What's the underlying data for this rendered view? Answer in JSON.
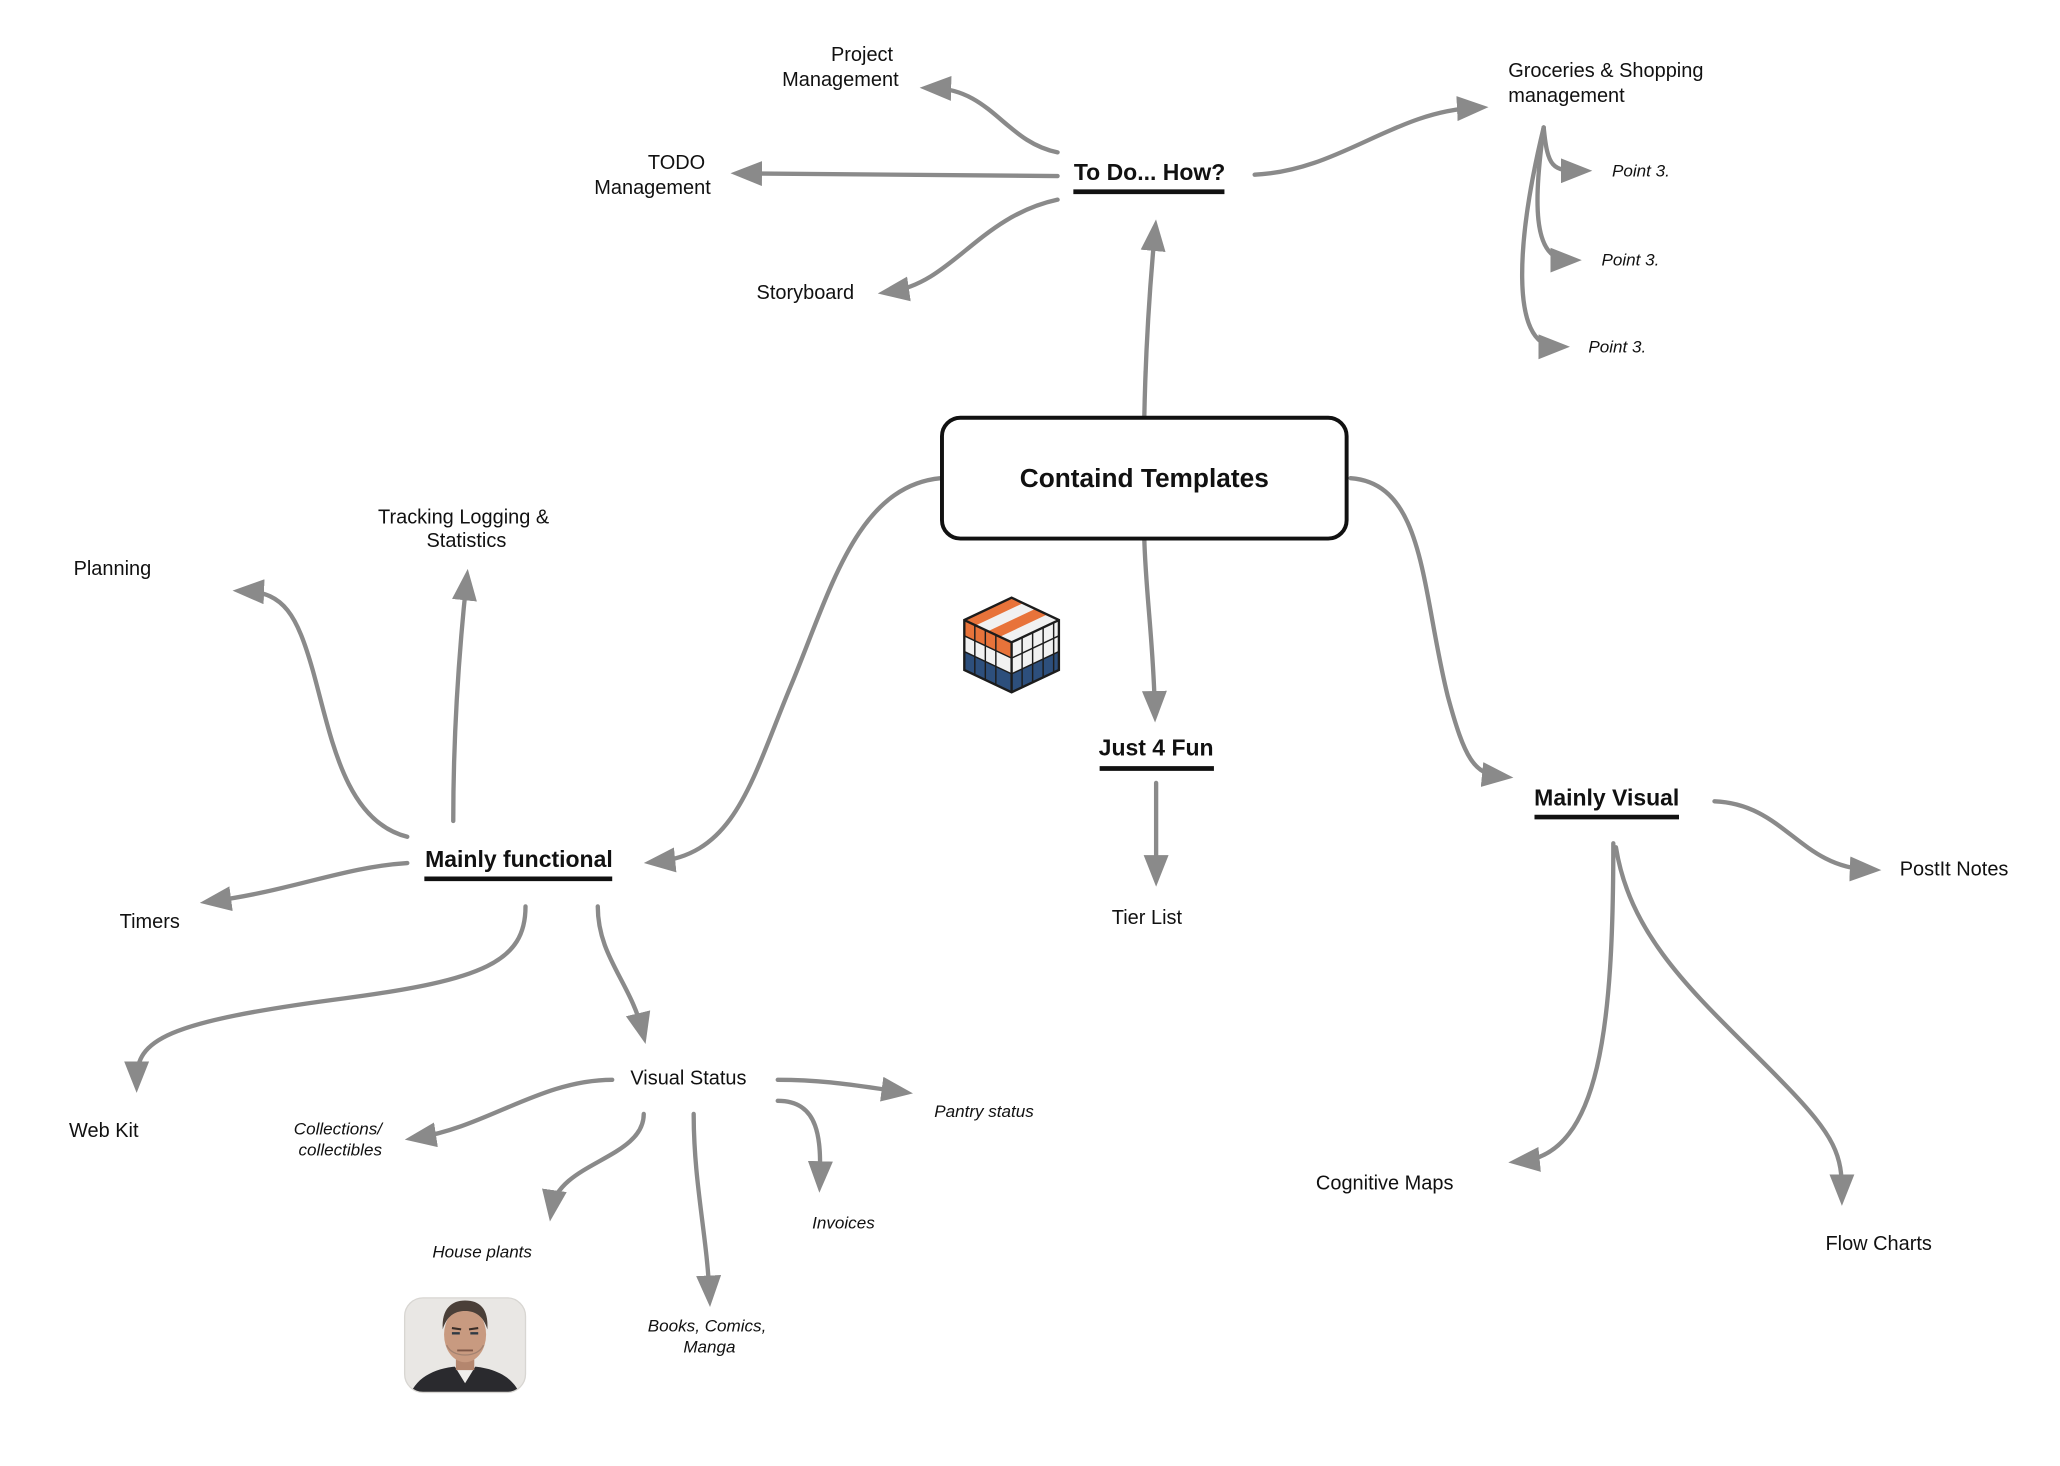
{
  "mind_map": {
    "root": "Containd Templates",
    "branches": {
      "todo": {
        "label": "To Do... How?",
        "project_management": [
          "Project",
          "Management"
        ],
        "todo_management": [
          "TODO",
          "Management"
        ],
        "storyboard": "Storyboard",
        "groceries": {
          "label": [
            "Groceries & Shopping",
            "management"
          ],
          "points": [
            "Point 3.",
            "Point 3.",
            "Point 3."
          ]
        }
      },
      "fun": {
        "label": "Just 4 Fun",
        "tier_list": "Tier List"
      },
      "visual": {
        "label": "Mainly Visual",
        "postit": "PostIt Notes",
        "cognitive": "Cognitive Maps",
        "flow": "Flow Charts"
      },
      "functional": {
        "label": "Mainly functional",
        "tracking": [
          "Tracking Logging &",
          "Statistics"
        ],
        "planning": "Planning",
        "timers": "Timers",
        "webkit": "Web Kit",
        "visual_status": {
          "label": "Visual Status",
          "collections": [
            "Collections/",
            "collectibles"
          ],
          "house_plants": "House plants",
          "books": [
            "Books, Comics,",
            "Manga"
          ],
          "invoices": "Invoices",
          "pantry": "Pantry status"
        }
      }
    }
  },
  "icons": {
    "logo": "layered-cube-icon",
    "avatar": "portrait-avatar"
  },
  "colors": {
    "background": "#ffffff",
    "text": "#111111",
    "arrow": "#8a8a8a",
    "cube_orange": "#e8733a",
    "cube_navy": "#2d4f7c"
  }
}
